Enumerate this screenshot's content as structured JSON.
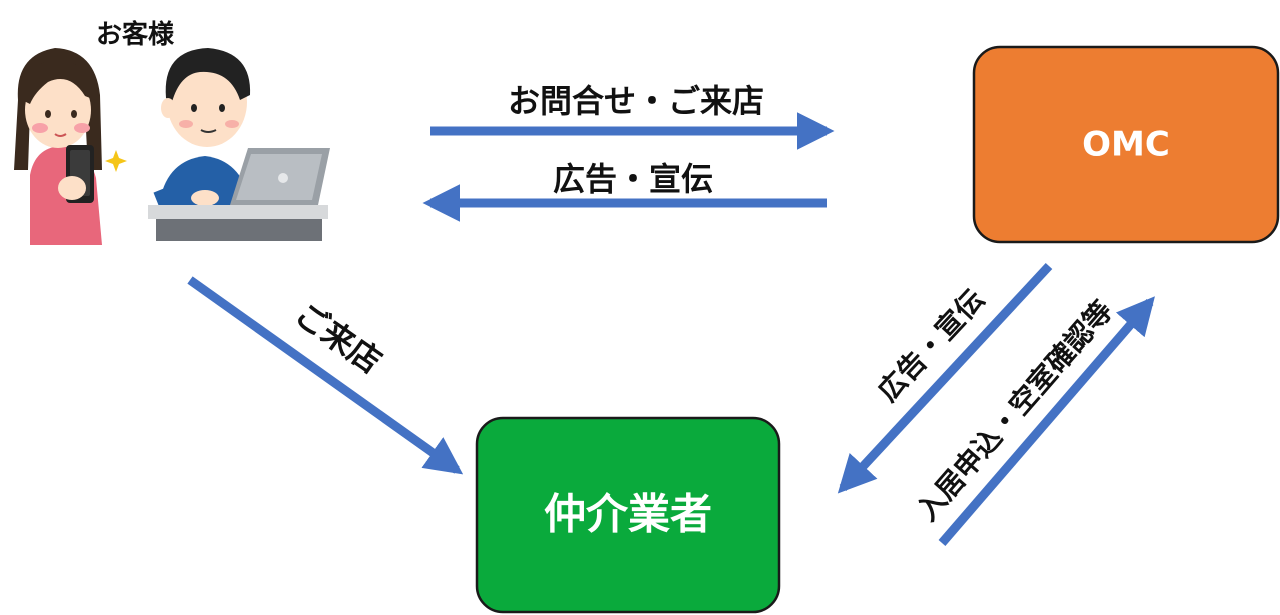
{
  "customer": {
    "label": "お客様"
  },
  "nodes": {
    "omc": {
      "label": "OMC",
      "fill": "#ED7D31"
    },
    "broker": {
      "label": "仲介業者",
      "fill": "#0AAA3C"
    }
  },
  "edges": {
    "inquiry": {
      "label": "お問合せ・ご来店"
    },
    "ad_to_customer": {
      "label": "広告・宣伝"
    },
    "visit": {
      "label": "ご来店"
    },
    "ad_to_broker": {
      "label": "広告・宣伝"
    },
    "application": {
      "label": "入居申込・空室確認等"
    }
  },
  "colors": {
    "arrow": "#4472C4",
    "box_border": "#1a1a1a"
  }
}
